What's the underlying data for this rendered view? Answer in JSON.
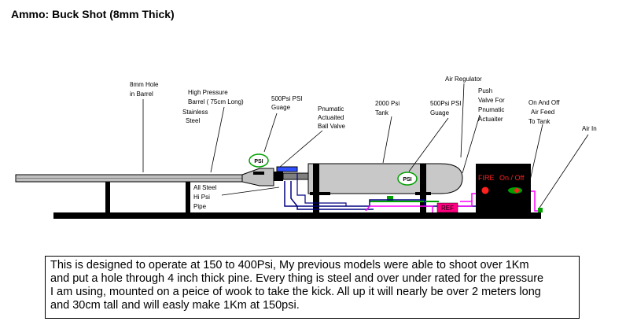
{
  "title": "Ammo:  Buck Shot (8mm Thick)",
  "colors": {
    "barrel": "#c0c0c0",
    "tank": "#c8c8c8",
    "base": "#000000",
    "gauge_border": "#00a000",
    "pipe_blue": "#000080",
    "pipe_magenta": "#ff00ff",
    "valve_blue": "#3050ff",
    "ref_box": "#ff0080",
    "fire_red": "#ff2020"
  },
  "labels": {
    "hole": [
      "8mm Hole",
      "in Barrel"
    ],
    "barrel": [
      "High Pressure",
      "Barrel ( 75cm Long)"
    ],
    "stainless": [
      "Stainless",
      "Steel"
    ],
    "gauge1": [
      "500Psi PSI",
      "Guage"
    ],
    "ball_valve": [
      "Pnumatic",
      "Actuaited",
      "Ball Valve"
    ],
    "tank": [
      "2000 Psi",
      "Tank"
    ],
    "gauge2": [
      "500Psi PSI",
      "Guage"
    ],
    "regulator": "Air Regulator",
    "push_valve": [
      "Push",
      "Valve For",
      "Pnumatic",
      "Actuaiter"
    ],
    "onoff": [
      "On And Off",
      "Air Feed",
      "To Tank"
    ],
    "air_in": "Air In",
    "pipe": [
      "All Steel",
      "Hi Psi",
      "Pipe"
    ],
    "gauge_text": "PSI",
    "fire": "FIRE",
    "on_off_switch": "On / Off",
    "ref": "REF"
  },
  "description": [
    "This is designed to operate at 150 to 400Psi, My previous models were able to shoot over 1Km",
    "and put a hole through 4 inch thick pine. Every thing is steel and over under rated for the pressure",
    "I am using, mounted on a peice of wook to take the kick. All up it will nearly be over 2 meters long",
    "and 30cm tall and will easly make 1Km at 150psi."
  ]
}
